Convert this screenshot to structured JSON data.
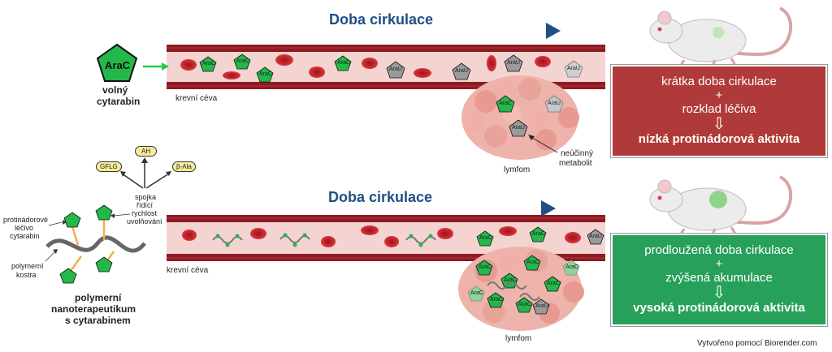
{
  "colors": {
    "vessel_outer": "#8e1a22",
    "vessel_inner": "#f6d7d3",
    "rbc": "#c4222b",
    "arac": "#22b84a",
    "arau": "#9a9a9a",
    "arrow_blue": "#1f4f86",
    "red_box": "#b03a3a",
    "green_box": "#27a05a",
    "tumor": "#e8a39b"
  },
  "top": {
    "circulation_label": "Doba cirkulace",
    "free_drug_badge": "AraC",
    "free_drug_name_line1": "volný",
    "free_drug_name_line2": "cytarabin",
    "vessel_label": "krevní céva",
    "lymphoma_label": "lymfom",
    "metabolite_label_line1": "neúčinný",
    "metabolite_label_line2": "metabolit",
    "pill_arac": "AraC",
    "pill_arau": "AraU",
    "result": {
      "line1": "krátka doba cirkulace",
      "plus1": "+",
      "line2": "rozklad léčiva",
      "arrow": "⇩",
      "line3": "nízká protinádorová aktivita"
    }
  },
  "bottom": {
    "circulation_label": "Doba cirkulace",
    "vessel_label": "krevní céva",
    "lymphoma_label": "lymfom",
    "cleavage_products": [
      "GFLG",
      "AH",
      "β-Ala"
    ],
    "linker_label_line1": "spojka",
    "linker_label_line2": "řídící",
    "linker_label_line3": "rychlost",
    "linker_label_line4": "uvolňování",
    "drug_label_line1": "protinádorové",
    "drug_label_line2": "léčivo",
    "drug_label_line3": "cytarabin",
    "backbone_label_line1": "polymerní",
    "backbone_label_line2": "kostra",
    "nano_title_line1": "polymerní",
    "nano_title_line2": "nanoterapeutikum",
    "nano_title_line3": "s cytarabinem",
    "result": {
      "line1": "prodloužená doba cirkulace",
      "plus1": "+",
      "line2": "zvýšená akumulace",
      "arrow": "⇩",
      "line3": "vysoká protinádorová aktivita"
    }
  },
  "credit": "Vytvořeno pomocí Biorender.com"
}
